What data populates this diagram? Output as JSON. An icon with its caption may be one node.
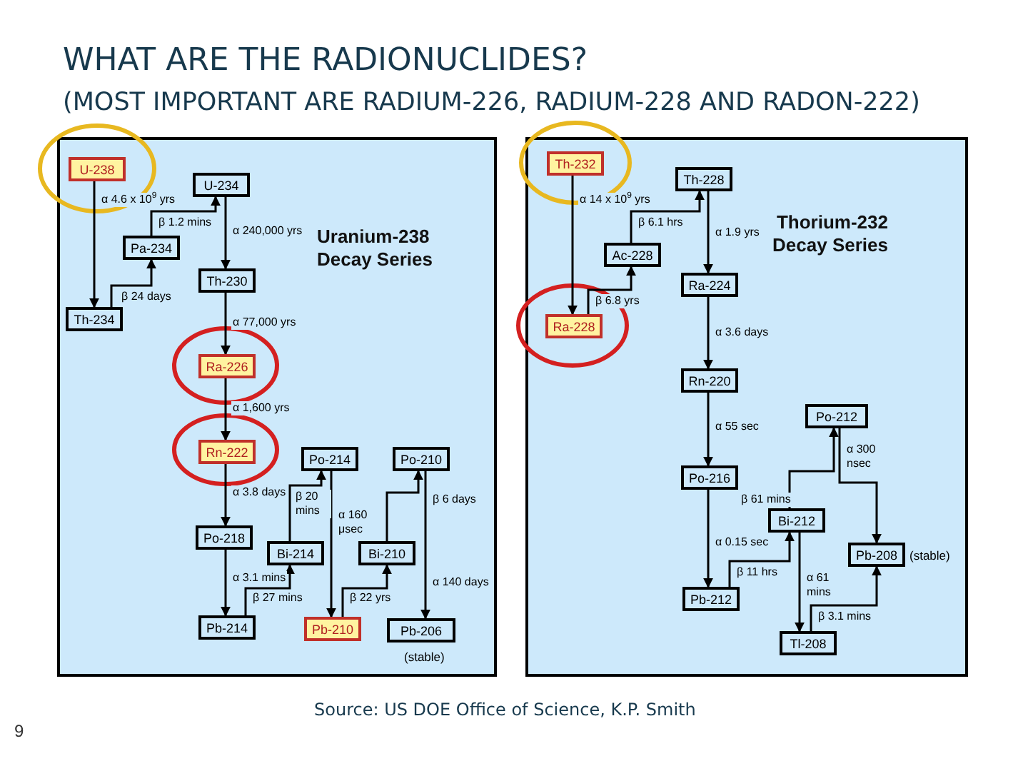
{
  "diagram": {
    "title": "WHAT ARE THE RADIONUCLIDES?",
    "caption": "Source: US DOE Office of Science, K.P. Smith",
    "nodes": [
      {
        "text": [
          "U-238"
        ]
      },
      {
        "text": [
          "U-234"
        ]
      },
      {
        "text": [
          "Pa-234"
        ]
      },
      {
        "text": [
          "Th-234"
        ]
      },
      {
        "text": [
          "Th-230"
        ]
      },
      {
        "text": [
          "Ra-226"
        ]
      },
      {
        "text": [
          "Rn-222"
        ]
      },
      {
        "text": [
          "Po-218"
        ]
      },
      {
        "text": [
          "Pb-214"
        ]
      },
      {
        "text": [
          "Po-214"
        ]
      },
      {
        "text": [
          "Bi-214"
        ]
      },
      {
        "text": [
          "Pb-210"
        ]
      },
      {
        "text": [
          "Po-210"
        ]
      },
      {
        "text": [
          "Bi-210"
        ]
      },
      {
        "text": [
          "Pb-206"
        ],
        "beside": [
          "(stable)"
        ]
      },
      {
        "text": [
          "Th-232"
        ]
      },
      {
        "text": [
          "Th-228"
        ]
      },
      {
        "text": [
          "Ac-228"
        ]
      },
      {
        "text": [
          "Ra-228"
        ]
      },
      {
        "text": [
          "Ra-224"
        ]
      },
      {
        "text": [
          "Rn-220"
        ]
      },
      {
        "text": [
          "Po-212"
        ]
      },
      {
        "text": [
          "Po-216"
        ]
      },
      {
        "text": [
          "Bi-212"
        ]
      },
      {
        "text": [
          "Pb-212"
        ]
      },
      {
        "text": [
          "Pb-208"
        ],
        "beside": [
          "(stable)"
        ]
      },
      {
        "text": [
          "Tl-208"
        ]
      }
    ],
    "edges": [
      {
        "from": 0,
        "to": 3,
        "arrow": "to",
        "label": "α 4.6 x 10$^{9}$ yrs"
      },
      {
        "from": 3,
        "to": 2,
        "arrow": "to",
        "label": "β 24 days"
      },
      {
        "from": 2,
        "to": 1,
        "arrow": "to",
        "label": "β 1.2 mins"
      },
      {
        "from": 1,
        "to": 4,
        "arrow": "to",
        "label": "α 240,000 yrs"
      },
      {
        "from": 4,
        "to": 5,
        "arrow": "to",
        "label": "α 77,000 yrs"
      },
      {
        "from": 5,
        "to": 6,
        "arrow": "to",
        "label": "α 1,600 yrs"
      },
      {
        "from": 6,
        "to": 7,
        "arrow": "to",
        "label": "α 3.8 days"
      },
      {
        "from": 7,
        "to": 8,
        "arrow": "to",
        "label": "α 3.1 mins"
      },
      {
        "from": 8,
        "to": 10,
        "arrow": "to",
        "label": "β 27 mins"
      },
      {
        "from": 10,
        "to": 9,
        "arrow": "to",
        "label": "β 20 mins"
      },
      {
        "from": 9,
        "to": 11,
        "arrow": "to",
        "label": "α 160 μsec"
      },
      {
        "from": 11,
        "to": 13,
        "arrow": "to",
        "label": "β 22 yrs"
      },
      {
        "from": 13,
        "to": 12,
        "arrow": "to",
        "label": "β 6 days"
      },
      {
        "from": 12,
        "to": 14,
        "arrow": "to",
        "label": "α 140 days"
      },
      {
        "from": 15,
        "to": 18,
        "arrow": "to",
        "label": "α 14 x 10$^{9}$ yrs"
      },
      {
        "from": 18,
        "to": 17,
        "arrow": "to",
        "label": "β 6.8 yrs"
      },
      {
        "from": 17,
        "to": 16,
        "arrow": "to",
        "label": "β 6.1 hrs"
      },
      {
        "from": 16,
        "to": 19,
        "arrow": "to",
        "label": "α 1.9 yrs"
      },
      {
        "from": 19,
        "to": 20,
        "arrow": "to",
        "label": "α 3.6 days"
      },
      {
        "from": 20,
        "to": 22,
        "arrow": "to",
        "label": "α 55 sec"
      },
      {
        "from": 22,
        "to": 24,
        "arrow": "to",
        "label": "α 0.15 sec"
      },
      {
        "from": 24,
        "to": 23,
        "arrow": "to",
        "label": "β 11 hrs"
      },
      {
        "from": 23,
        "to": 21,
        "arrow": "to",
        "label": "β 61 mins"
      },
      {
        "from": 21,
        "to": 25,
        "arrow": "to",
        "label": "α 300 nsec"
      },
      {
        "from": 23,
        "to": 26,
        "arrow": "to",
        "label": "α 61 mins"
      },
      {
        "from": 26,
        "to": 25,
        "arrow": "to",
        "label": "β 3.1 mins"
      }
    ],
    "labels": [
      "(MOST IMPORTANT ARE RADIUM-226, RADIUM-228 AND RADON-222)",
      "Uranium-238 Decay Series",
      "Thorium-232 Decay Series",
      "9"
    ]
  }
}
